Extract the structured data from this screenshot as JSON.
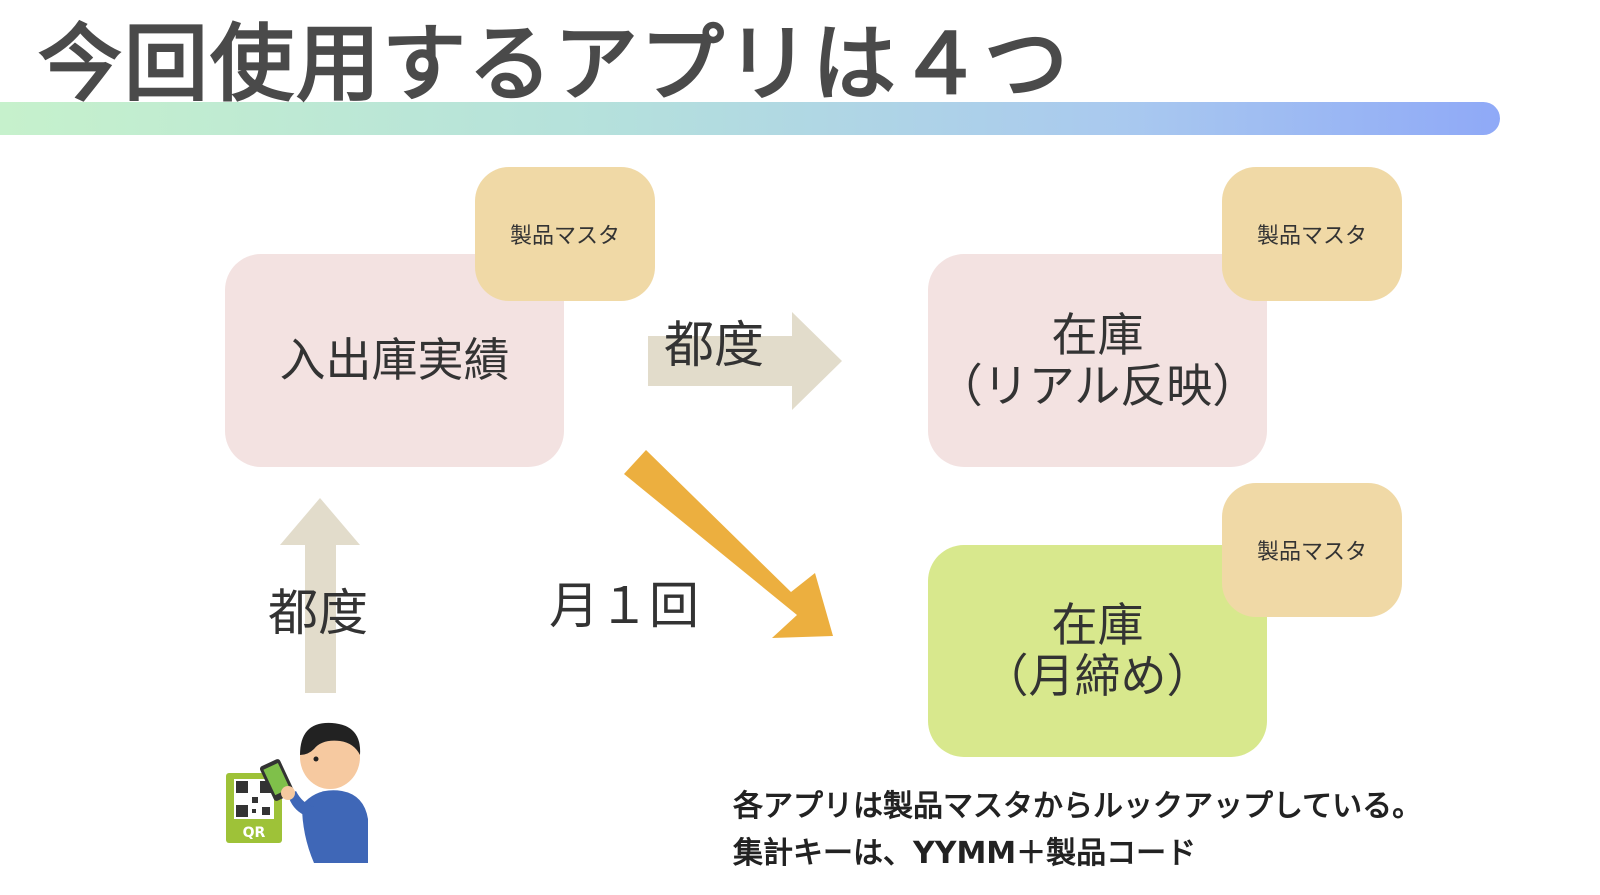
{
  "slide": {
    "title": "今回使用するアプリは４つ",
    "boxes": {
      "nyushukko": "入出庫実績",
      "zaiko_real": "在庫\n（リアル反映）",
      "zaiko_getsu": "在庫\n（月締め）"
    },
    "badge_label": "製品マスタ",
    "labels": {
      "tsudo_right": "都度",
      "tsudo_up": "都度",
      "monthly": "月１回"
    },
    "note": {
      "line1": "各アプリは製品マスタからルックアップしている。",
      "line2": "集計キーは、YYMM＋製品コード"
    },
    "qr_label": "QR"
  },
  "colors": {
    "pink_box": "#f3e2e1",
    "green_box": "#d8e88d",
    "badge": "#f0d9a6",
    "gray_arrow": "#e2dccb",
    "orange_arrow": "#ecaf3f"
  },
  "icons": {
    "person": "person-scanning-qr-icon",
    "qr": "qr-code-icon"
  }
}
